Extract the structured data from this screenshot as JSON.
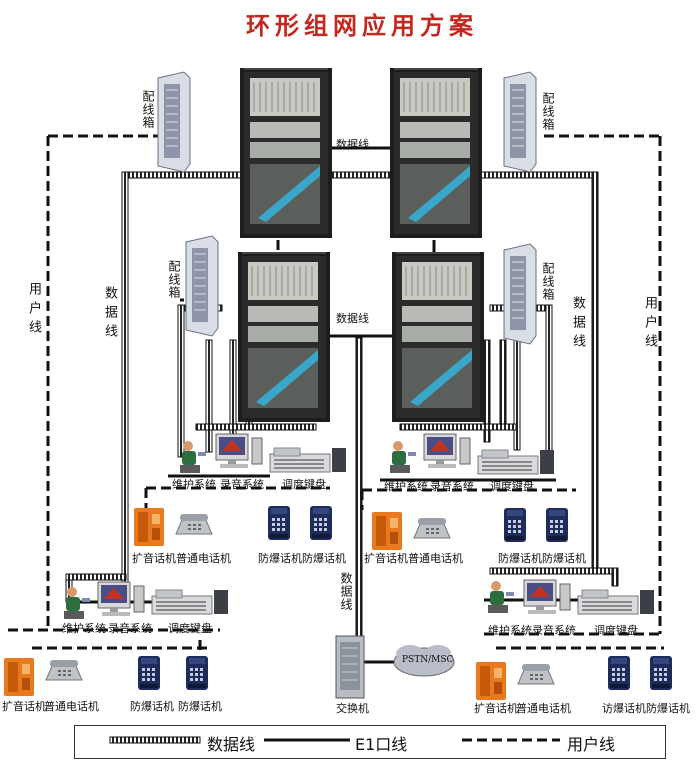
{
  "title": "环形组网应用方案",
  "labels": {
    "peixianxiang": "配线箱",
    "shujuxian": "数据线",
    "yonghuxian": "用户线",
    "weihu": "维护系统",
    "luyin": "录音系统",
    "diaodu": "调度键盘",
    "kuoyin": "扩音话机",
    "putong": "普通电话机",
    "kuoyin_putong": "扩音话机普通电话机",
    "fangbao": "防爆话机",
    "fangbao_typo": "访爆话机",
    "jiaohuanji": "交换机",
    "pstn": "PSTN/MSC"
  },
  "legend": {
    "data_line": "数据线",
    "e1_line": "E1口线",
    "user_line": "用户线"
  },
  "colors": {
    "title": "#c4271e",
    "cabinet": "#1b1b1b",
    "diagonal": "#3aa6c9",
    "phone_orange": "#e9791f",
    "phone_navy": "#1d2c5a"
  }
}
